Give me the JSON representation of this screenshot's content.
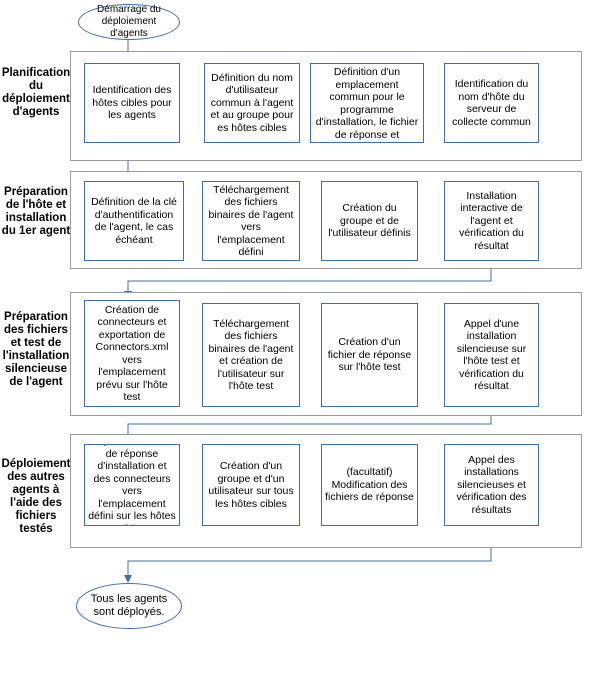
{
  "start": "Démarrage du déploiement d'agents",
  "end": "Tous les agents sont déployés.",
  "stages": [
    {
      "label": "Planification du déploiement d'agents",
      "steps": [
        "Identification des hôtes cibles pour les agents",
        "Définition du nom d'utilisateur commun à l'agent et au groupe pour es hôtes cibles",
        "Définition d'un emplacement commun pour le programme d'installation, le fichier de réponse et Connectors.xml",
        "Identification du nom d'hôte du serveur de collecte commun"
      ]
    },
    {
      "label": "Préparation de l'hôte et installation du 1er agent",
      "steps": [
        "Définition de la clé d'authentification de l'agent, le cas échéant",
        "Téléchargement des fichiers binaires de l'agent vers l'emplacement défini",
        "Création du groupe et de l'utilisateur définis",
        "Installation interactive de l'agent et vérification du résultat"
      ]
    },
    {
      "label": "Préparation des fichiers et test de l'installation silencieuse de l'agent",
      "steps": [
        "Création de connecteurs et exportation de Connectors.xml vers l'emplacement prévu sur l'hôte test",
        "Téléchargement des fichiers binaires de l'agent et création de l'utilisateur sur l'hôte test",
        "Création d'un fichier de réponse sur l'hôte test",
        "Appel d'une installation silencieuse sur l'hôte test et vérification du résultat"
      ]
    },
    {
      "label": "Déploiement des autres agents à l'aide des fichiers testés",
      "steps": [
        "Copie des fichiers de réponse d'installation et des connecteurs vers l'emplacement défini sur les hôtes cibles",
        "Création d'un groupe et d'un utilisateur sur tous les hôtes cibles",
        "(facultatif) Modification des fichiers de réponse",
        "Appel des installations silencieuses et vérification des résultats"
      ]
    }
  ],
  "colors": {
    "box_border": "#3f6fa8",
    "frame_border": "#9a9a9a",
    "arrow": "#3f6fa8"
  }
}
